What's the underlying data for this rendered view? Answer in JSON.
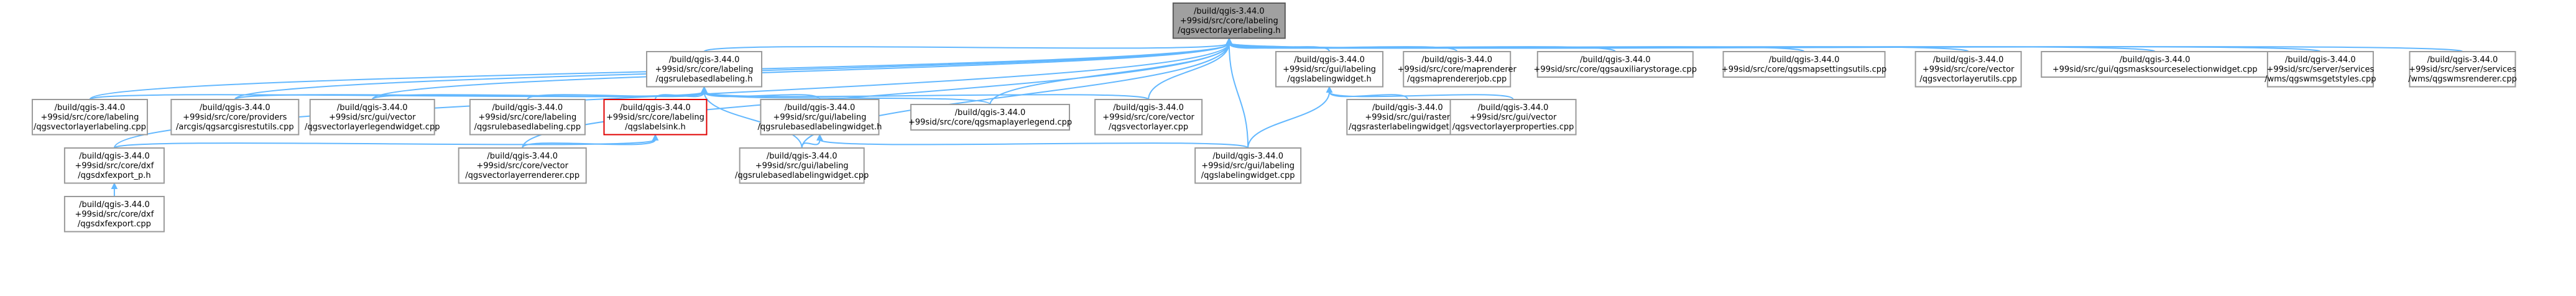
{
  "diagram": {
    "title": "",
    "colors": {
      "edge": "#63b8ff",
      "node_border": "#9a9a9a",
      "root_fill": "#a0a0a0",
      "highlight_border": "#e00000"
    },
    "nodes": [
      {
        "id": "root",
        "lines": [
          "/build/qgis-3.44.0",
          "+99sid/src/core/labeling",
          "/qgsvectorlayerlabeling.h"
        ],
        "style": "root"
      },
      {
        "id": "rulebased",
        "lines": [
          "/build/qgis-3.44.0",
          "+99sid/src/core/labeling",
          "/qgsrulebasedlabeling.h"
        ]
      },
      {
        "id": "lblwidget",
        "lines": [
          "/build/qgis-3.44.0",
          "+99sid/src/gui/labeling",
          "/qgslabelingwidget.h"
        ]
      },
      {
        "id": "maprenderjob",
        "lines": [
          "/build/qgis-3.44.0",
          "+99sid/src/core/maprenderer",
          "/qgsmaprendererjob.cpp"
        ]
      },
      {
        "id": "auxstorage",
        "lines": [
          "/build/qgis-3.44.0",
          "+99sid/src/core/qgsauxiliarystorage.cpp"
        ]
      },
      {
        "id": "mapsetutils",
        "lines": [
          "/build/qgis-3.44.0",
          "+99sid/src/core/qgsmapsettingsutils.cpp"
        ]
      },
      {
        "id": "vlutils",
        "lines": [
          "/build/qgis-3.44.0",
          "+99sid/src/core/vector",
          "/qgsvectorlayerutils.cpp"
        ]
      },
      {
        "id": "masksource",
        "lines": [
          "/build/qgis-3.44.0",
          "+99sid/src/gui/qgsmasksourceselectionwidget.cpp"
        ]
      },
      {
        "id": "wmsgetstyles",
        "lines": [
          "/build/qgis-3.44.0",
          "+99sid/src/server/services",
          "/wms/qgswmsgetstyles.cpp"
        ]
      },
      {
        "id": "wmsrenderer",
        "lines": [
          "/build/qgis-3.44.0",
          "+99sid/src/server/services",
          "/wms/qgswmsrenderer.cpp"
        ]
      },
      {
        "id": "vllabeling",
        "lines": [
          "/build/qgis-3.44.0",
          "+99sid/src/core/labeling",
          "/qgsvectorlayerlabeling.cpp"
        ]
      },
      {
        "id": "esriutils",
        "lines": [
          "/build/qgis-3.44.0",
          "+99sid/src/core/providers",
          "/arcgis/qgsarcgisrestutils.cpp"
        ]
      },
      {
        "id": "legendwidget",
        "lines": [
          "/build/qgis-3.44.0",
          "+99sid/src/gui/vector",
          "/qgsvectorlayerlegendwidget.cpp"
        ]
      },
      {
        "id": "rblcpp",
        "lines": [
          "/build/qgis-3.44.0",
          "+99sid/src/core/labeling",
          "/qgsrulebasedlabeling.cpp"
        ]
      },
      {
        "id": "labelsink",
        "lines": [
          "/build/qgis-3.44.0",
          "+99sid/src/core/labeling",
          "/qgslabelsink.h"
        ],
        "style": "highlight"
      },
      {
        "id": "rblwidgeth",
        "lines": [
          "/build/qgis-3.44.0",
          "+99sid/src/gui/labeling",
          "/qgsrulebasedlabelingwidget.h"
        ]
      },
      {
        "id": "maplegend",
        "lines": [
          "/build/qgis-3.44.0",
          "+99sid/src/core/qgsmaplayerlegend.cpp"
        ]
      },
      {
        "id": "vectorlayer",
        "lines": [
          "/build/qgis-3.44.0",
          "+99sid/src/core/vector",
          "/qgsvectorlayer.cpp"
        ]
      },
      {
        "id": "rasterlbl",
        "lines": [
          "/build/qgis-3.44.0",
          "+99sid/src/gui/raster",
          "/qgsrasterlabelingwidget.cpp"
        ]
      },
      {
        "id": "vlprops",
        "lines": [
          "/build/qgis-3.44.0",
          "+99sid/src/gui/vector",
          "/qgsvectorlayerproperties.cpp"
        ]
      },
      {
        "id": "dxfexporth",
        "lines": [
          "/build/qgis-3.44.0",
          "+99sid/src/core/dxf",
          "/qgsdxfexport_p.h"
        ]
      },
      {
        "id": "vlrenderer",
        "lines": [
          "/build/qgis-3.44.0",
          "+99sid/src/core/vector",
          "/qgsvectorlayerrenderer.cpp"
        ]
      },
      {
        "id": "rblwidgetcpp",
        "lines": [
          "/build/qgis-3.44.0",
          "+99sid/src/gui/labeling",
          "/qgsrulebasedlabelingwidget.cpp"
        ]
      },
      {
        "id": "lblwidgetcpp",
        "lines": [
          "/build/qgis-3.44.0",
          "+99sid/src/gui/labeling",
          "/qgslabelingwidget.cpp"
        ]
      },
      {
        "id": "dxfexportcpp",
        "lines": [
          "/build/qgis-3.44.0",
          "+99sid/src/core/dxf",
          "/qgsdxfexport.cpp"
        ]
      }
    ],
    "edges": [
      [
        "rulebased",
        "root"
      ],
      [
        "lblwidget",
        "root"
      ],
      [
        "maprenderjob",
        "root"
      ],
      [
        "auxstorage",
        "root"
      ],
      [
        "mapsetutils",
        "root"
      ],
      [
        "vlutils",
        "root"
      ],
      [
        "masksource",
        "root"
      ],
      [
        "wmsgetstyles",
        "root"
      ],
      [
        "wmsrenderer",
        "root"
      ],
      [
        "vllabeling",
        "root"
      ],
      [
        "esriutils",
        "root"
      ],
      [
        "legendwidget",
        "root"
      ],
      [
        "maplegend",
        "root"
      ],
      [
        "vectorlayer",
        "root"
      ],
      [
        "dxfexporth",
        "root"
      ],
      [
        "vlrenderer",
        "root"
      ],
      [
        "rblwidgetcpp",
        "root"
      ],
      [
        "lblwidgetcpp",
        "root"
      ],
      [
        "vllabeling",
        "rulebased"
      ],
      [
        "esriutils",
        "rulebased"
      ],
      [
        "legendwidget",
        "rulebased"
      ],
      [
        "rblcpp",
        "rulebased"
      ],
      [
        "labelsink",
        "rulebased"
      ],
      [
        "rblwidgeth",
        "rulebased"
      ],
      [
        "maplegend",
        "rulebased"
      ],
      [
        "vectorlayer",
        "rulebased"
      ],
      [
        "rblwidgetcpp",
        "rulebased"
      ],
      [
        "rasterlbl",
        "lblwidget"
      ],
      [
        "vlprops",
        "lblwidget"
      ],
      [
        "lblwidgetcpp",
        "lblwidget"
      ],
      [
        "dxfexporth",
        "labelsink"
      ],
      [
        "vlrenderer",
        "labelsink"
      ],
      [
        "rblwidgetcpp",
        "rblwidgeth"
      ],
      [
        "lblwidgetcpp",
        "rblwidgeth"
      ],
      [
        "dxfexportcpp",
        "dxfexporth"
      ]
    ]
  }
}
